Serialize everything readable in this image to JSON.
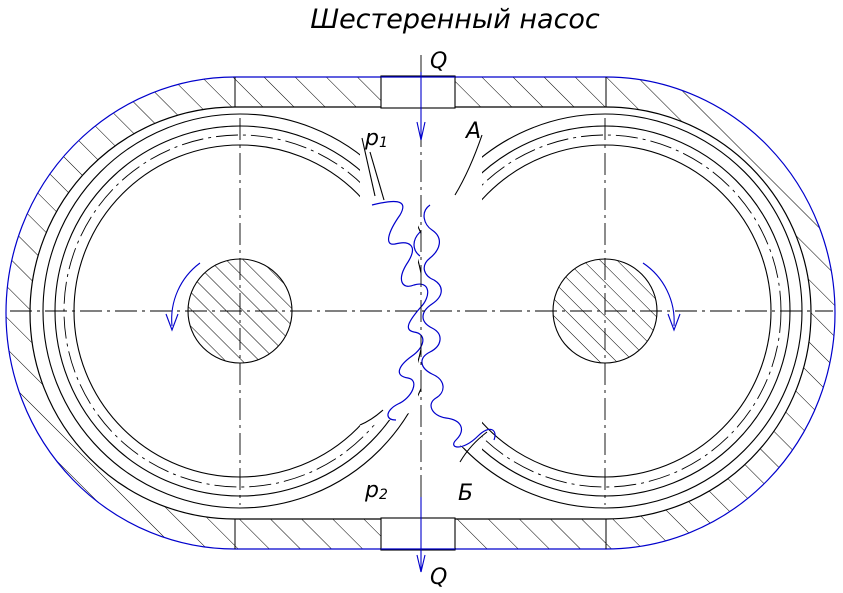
{
  "title": "Шестеренный насос",
  "labels": {
    "flow_in": "Q",
    "flow_out": "Q",
    "pressure_top": "p",
    "pressure_top_sub": "1",
    "pressure_bottom": "p",
    "pressure_bottom_sub": "2",
    "point_a": "А",
    "point_b": "Б"
  },
  "colors": {
    "line": "#000000",
    "accent": "#0000cc",
    "background": "#ffffff"
  }
}
